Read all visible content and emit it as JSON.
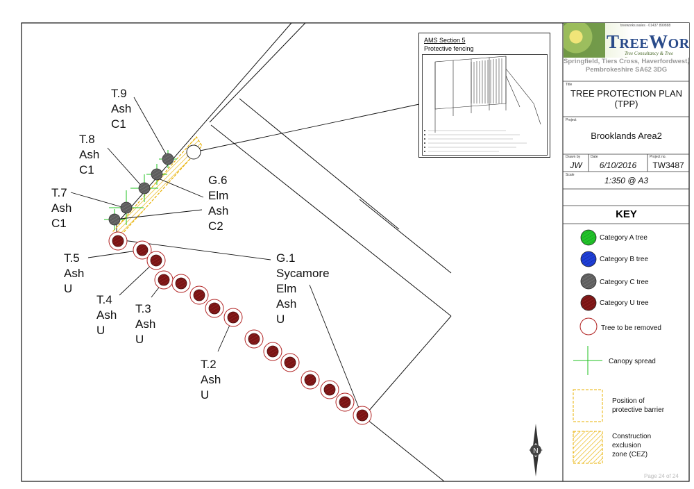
{
  "company": {
    "url_line": "treeworks.wales  ·  01437 899888",
    "name_part1": "T",
    "name_part2": "REE",
    "name_part3": "W",
    "name_part4": "ORKS",
    "tagline": "Tree Consultancy & Tree Surgery",
    "address_line1": "Springfield, Tiers Cross, Haverfordwest,",
    "address_line2": "Pembrokeshire  SA62 3DG"
  },
  "title_block": {
    "title_caption": "Title",
    "title_line1": "TREE PROTECTION PLAN",
    "title_line2": "(TPP)",
    "project_caption": "Project",
    "project": "Brooklands Area2",
    "drawn_caption": "Drawn by",
    "drawn_by": "JW",
    "date_caption": "Date",
    "date": "6/10/2016",
    "projno_caption": "Project no.",
    "project_no": "TW3487",
    "scale_caption": "Scale",
    "scale": "1:350 @ A3"
  },
  "key": {
    "title": "KEY",
    "items": [
      {
        "label": "Category A tree",
        "color": "#22c22a"
      },
      {
        "label": "Category B tree",
        "color": "#1f3fd6"
      },
      {
        "label": "Category C tree",
        "color": "#6b6b6b"
      },
      {
        "label": "Category U tree",
        "color": "#8b1a1a"
      },
      {
        "label": "Tree to be removed",
        "color": "#c0392b"
      },
      {
        "label": "Canopy spread",
        "color": "#1fc21f"
      },
      {
        "label": "Position of\nprotective barrier",
        "color": "#e8b000"
      },
      {
        "label": "Construction\nexclusion\nzone (CEZ)",
        "color": "#e8b000"
      }
    ]
  },
  "inset": {
    "heading": "AMS Section 5",
    "subheading": "Protective fencing"
  },
  "tree_labels": {
    "t9": "T.9\nAsh\nC1",
    "t8": "T.8\nAsh\nC1",
    "t7": "T.7\nAsh\nC1",
    "g6": "G.6\nElm\nAsh\nC2",
    "t5": "T.5\nAsh\nU",
    "g1": "G.1\nSycamore\nElm\nAsh\nU",
    "t4": "T.4\nAsh\nU",
    "t3": "T.3\nAsh\nU",
    "t2": "T.2\nAsh\nU"
  },
  "north_arrow_label": "N",
  "page_footer": "Page 24 of 24"
}
